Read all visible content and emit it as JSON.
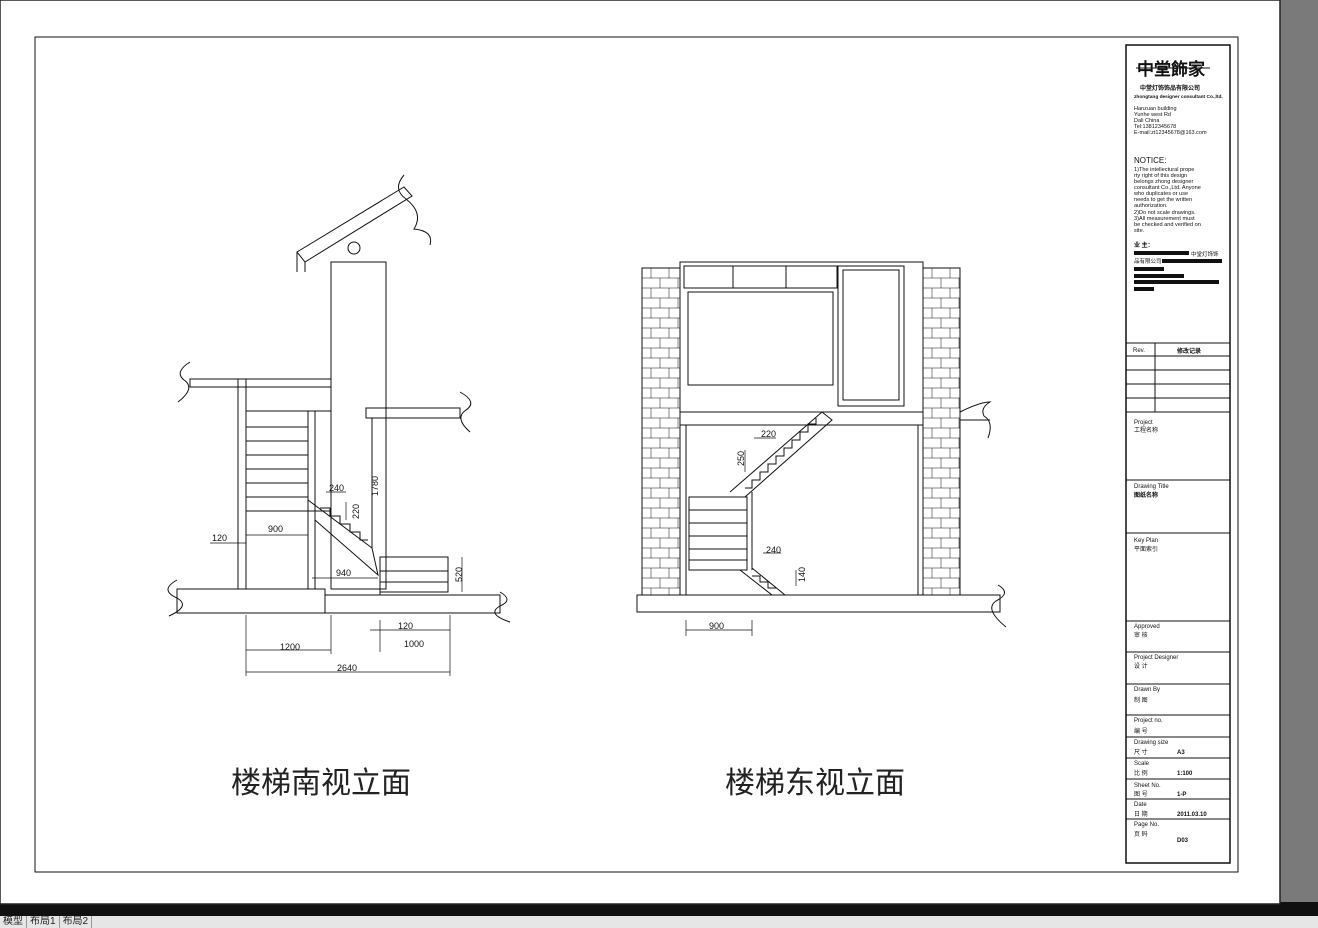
{
  "south_view": {
    "caption": "楼梯南视立面",
    "dims": {
      "d120_left": "120",
      "d900": "900",
      "d240": "240",
      "d220": "220",
      "d1780": "1780",
      "d940": "940",
      "d520": "520",
      "d120_bottom": "120",
      "d1000": "1000",
      "d1200": "1200",
      "d2640": "2640"
    }
  },
  "east_view": {
    "caption": "楼梯东视立面",
    "dims": {
      "d220": "220",
      "d250": "250",
      "d240": "240",
      "d140": "140",
      "d900": "900"
    }
  },
  "title_block": {
    "logo": "中堂飾家",
    "company_cn": "中堂灯饰饰品有限公司",
    "company_en": "zhongtang designer consultant Co.,ltd.",
    "address_lines": [
      "Hanzuan building",
      "Yunhe west Rd",
      "Dali  China",
      "Tel:13812345678",
      "E-mail:zt12345678@163.com"
    ],
    "notice_title": "NOTICE:",
    "notice_lines": [
      "1)The intellectural prope",
      "rty right of this design",
      "belongs zhong designer",
      "consultant Co.,Ltd. Anyone",
      "who duplicates or use",
      "needs to get the written",
      "authorization.",
      "2)Do not scale drawings.",
      "3)All measurement must",
      "be checked and verified on",
      "site."
    ],
    "client_label": "业 主：",
    "client_tail": "中堂灯饰饰",
    "client_line2": "品有限公司",
    "rev_label": "Rev.",
    "rev_content": "修改记录",
    "project_label": "Project",
    "project_value": "工程名称",
    "drawing_title_label": "Drawing Title",
    "drawing_title_value": "图纸名称",
    "key_plan_label": "Key Plan",
    "key_plan_value": "平面索引",
    "approved_label": "Approved",
    "approved_value": "审    核",
    "designer_label": "Project  Designer",
    "designer_value": "设    计",
    "drawn_label": "Drawn  By",
    "drawn_value": "制    图",
    "project_no_label": "Project  no.",
    "project_no_value": "编    号",
    "drawing_size_label": "Drawing size",
    "drawing_size_key": "尺    寸",
    "drawing_size_value": "A3",
    "scale_label": "Scale",
    "scale_key": "比    例",
    "scale_value": "1:100",
    "sheet_label": "Sheet  No.",
    "sheet_key": "图    号",
    "sheet_value": "1-P",
    "date_label": "Date",
    "date_key": "日    期",
    "date_value": "2011.03.10",
    "page_label": "Page  No.",
    "page_key": "页    码",
    "page_value": "D03"
  },
  "layout_tabs": [
    "模型",
    "布局1",
    "布局2"
  ]
}
